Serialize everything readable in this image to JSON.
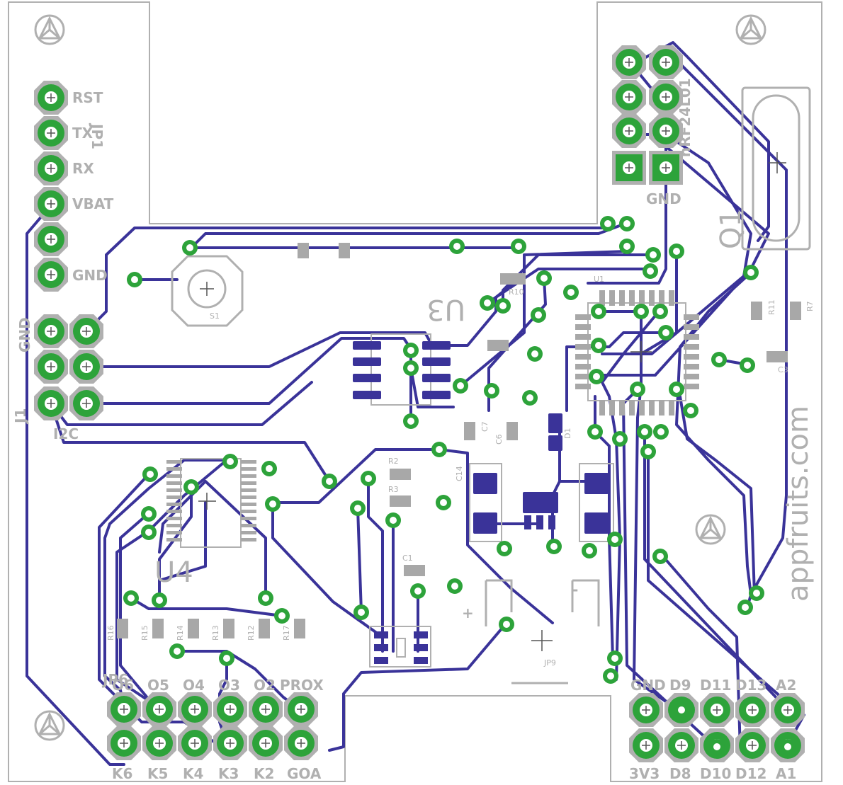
{
  "board": {
    "brand": "appfruits.com",
    "colors": {
      "trace": "#3a3399",
      "pad": "#2da33a",
      "silk": "#b0b0b0",
      "board_bg": "#ffffff"
    }
  },
  "headers": {
    "jp1": {
      "name": "JP1",
      "pins": [
        "RST",
        "TX",
        "RX",
        "VBAT",
        "",
        "GND"
      ]
    },
    "j1": {
      "name": "J1",
      "gnd_label": "GND",
      "bus_label": "I2C"
    },
    "nrf": {
      "name": "nRF24L01",
      "gnd_label": "GND"
    },
    "jp6": {
      "name": "JP6",
      "top_labels": [
        "O6",
        "O5",
        "O4",
        "O3",
        "O2",
        "PROX"
      ],
      "bottom_labels": [
        "K6",
        "K5",
        "K4",
        "K3",
        "K2",
        "GOA"
      ]
    },
    "right": {
      "top_labels": [
        "GND",
        "D9",
        "D11",
        "D13",
        "A2"
      ],
      "bottom_labels": [
        "3V3",
        "D8",
        "D10",
        "D12",
        "A1"
      ]
    }
  },
  "components": {
    "u3": "U3",
    "u4": "U4",
    "u1": "U1",
    "q1": "Q1",
    "s1": "S1",
    "jp9": "JP9",
    "resistors": [
      "R15",
      "R14",
      "R13",
      "R12",
      "R17",
      "R16",
      "R11",
      "R7",
      "R10",
      "R2",
      "R3",
      "R3"
    ],
    "caps": [
      "C7",
      "C6",
      "C1",
      "C1",
      "C14",
      "C3"
    ],
    "diode": "D1"
  }
}
